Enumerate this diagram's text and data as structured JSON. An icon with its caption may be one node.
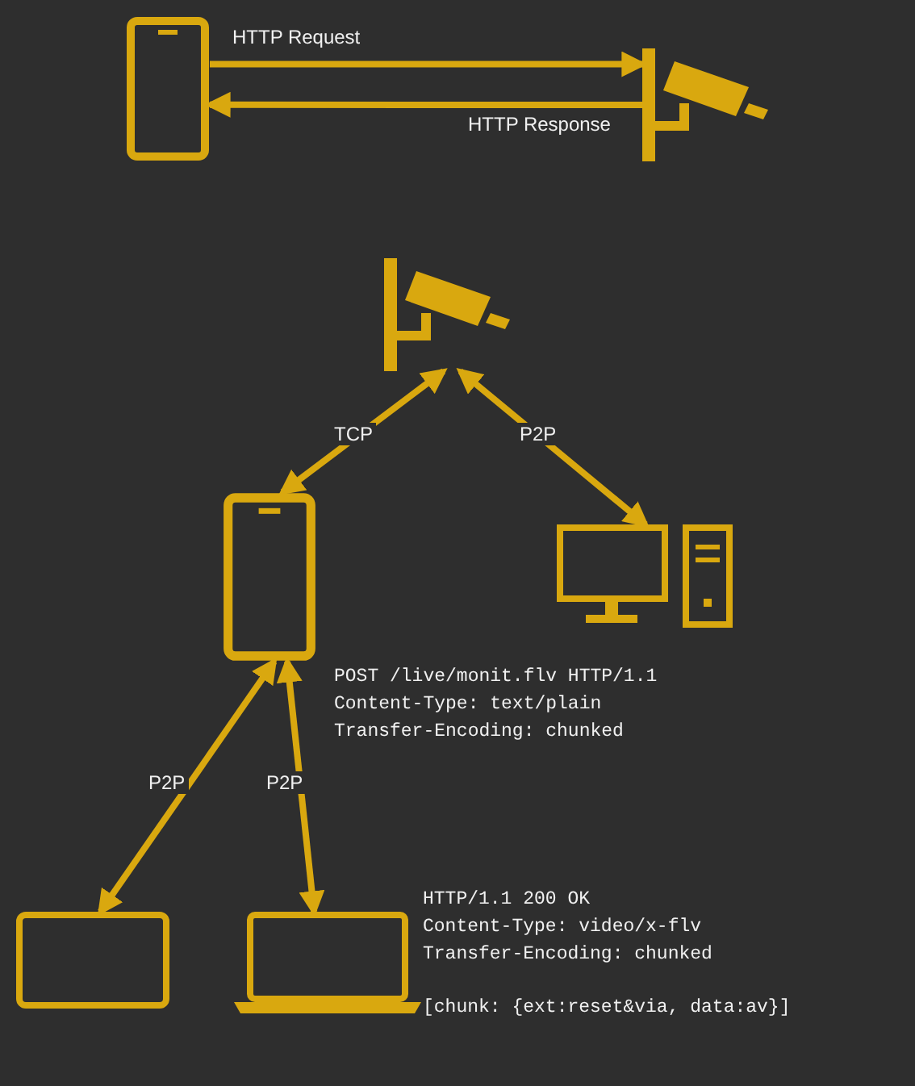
{
  "diagram": {
    "nodes": [
      {
        "text": [],
        "shape": "phone"
      },
      {
        "text": [],
        "shape": "camera"
      },
      {
        "text": [],
        "shape": "camera"
      },
      {
        "text": [],
        "shape": "phone"
      },
      {
        "text": [],
        "shape": "computer"
      },
      {
        "text": [],
        "shape": "monitor"
      },
      {
        "text": [],
        "shape": "laptop"
      }
    ],
    "edges": [
      {
        "from": 0,
        "to": 1,
        "arrow": "to",
        "label": "HTTP Request"
      },
      {
        "from": 1,
        "to": 0,
        "arrow": "to",
        "label": "HTTP Response"
      },
      {
        "from": 2,
        "to": 3,
        "arrow": "both",
        "label": "TCP"
      },
      {
        "from": 2,
        "to": 4,
        "arrow": "both",
        "label": "P2P"
      },
      {
        "from": 3,
        "to": 5,
        "arrow": "both",
        "label": "P2P"
      },
      {
        "from": 3,
        "to": 6,
        "arrow": "both",
        "label": "P2P"
      }
    ],
    "labels": [
      "POST /live/monit.flv HTTP/1.1",
      "Content-Type: text/plain",
      "Transfer-Encoding: chunked",
      "HTTP/1.1 200 OK",
      "Content-Type: video/x-flv",
      "Transfer-Encoding: chunked",
      "[chunk: {ext:reset&via, data:av}]"
    ]
  }
}
